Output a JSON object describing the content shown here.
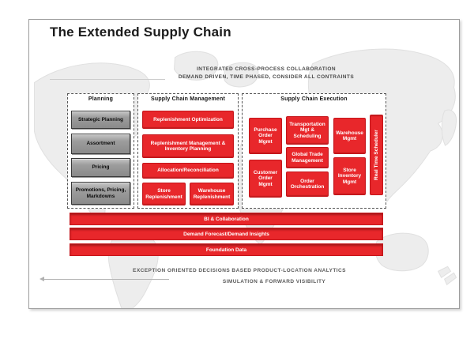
{
  "title": "The Extended Supply Chain",
  "top_annotation": {
    "line1": "INTEGRATED CROSS-PROCESS COLLABORATION",
    "line2": "DEMAND DRIVEN, TIME PHASED, CONSIDER ALL CONTRAINTS"
  },
  "panels": {
    "planning": {
      "header": "Planning",
      "items": [
        "Strategic Planning",
        "Assortment",
        "Pricing",
        "Promotions, Pricing, Markdowns"
      ]
    },
    "scm": {
      "header": "Supply Chain Management",
      "items": [
        "Replenishment Optimization",
        "Replenishment Management & Inventory Planning",
        "Allocation/Reconciliation",
        "Store Replenishment",
        "Warehouse Replenishment"
      ]
    },
    "sce": {
      "header": "Supply Chain Execution",
      "items": [
        "Purchase Order Mgmt",
        "Customer Order Mgmt",
        "Transportation Mgt & Scheduling",
        "Global Trade Management",
        "Order Orchestration",
        "Warehouse Mgmt",
        "Store Inventory Mgmt",
        "Real Time Scheduler"
      ]
    }
  },
  "foundation_bars": [
    "BI & Collaboration",
    "Demand Forecast/Demand Insights",
    "Foundation Data"
  ],
  "bottom_annotation": {
    "line1": "EXCEPTION ORIENTED DECISIONS BASED PRODUCT-LOCATION ANALYTICS",
    "line2": "SIMULATION & FORWARD VISIBILITY"
  },
  "colors": {
    "accent_red": "#e8272b",
    "box_gray": "#9a9a9a",
    "map_gray": "#ededed"
  }
}
